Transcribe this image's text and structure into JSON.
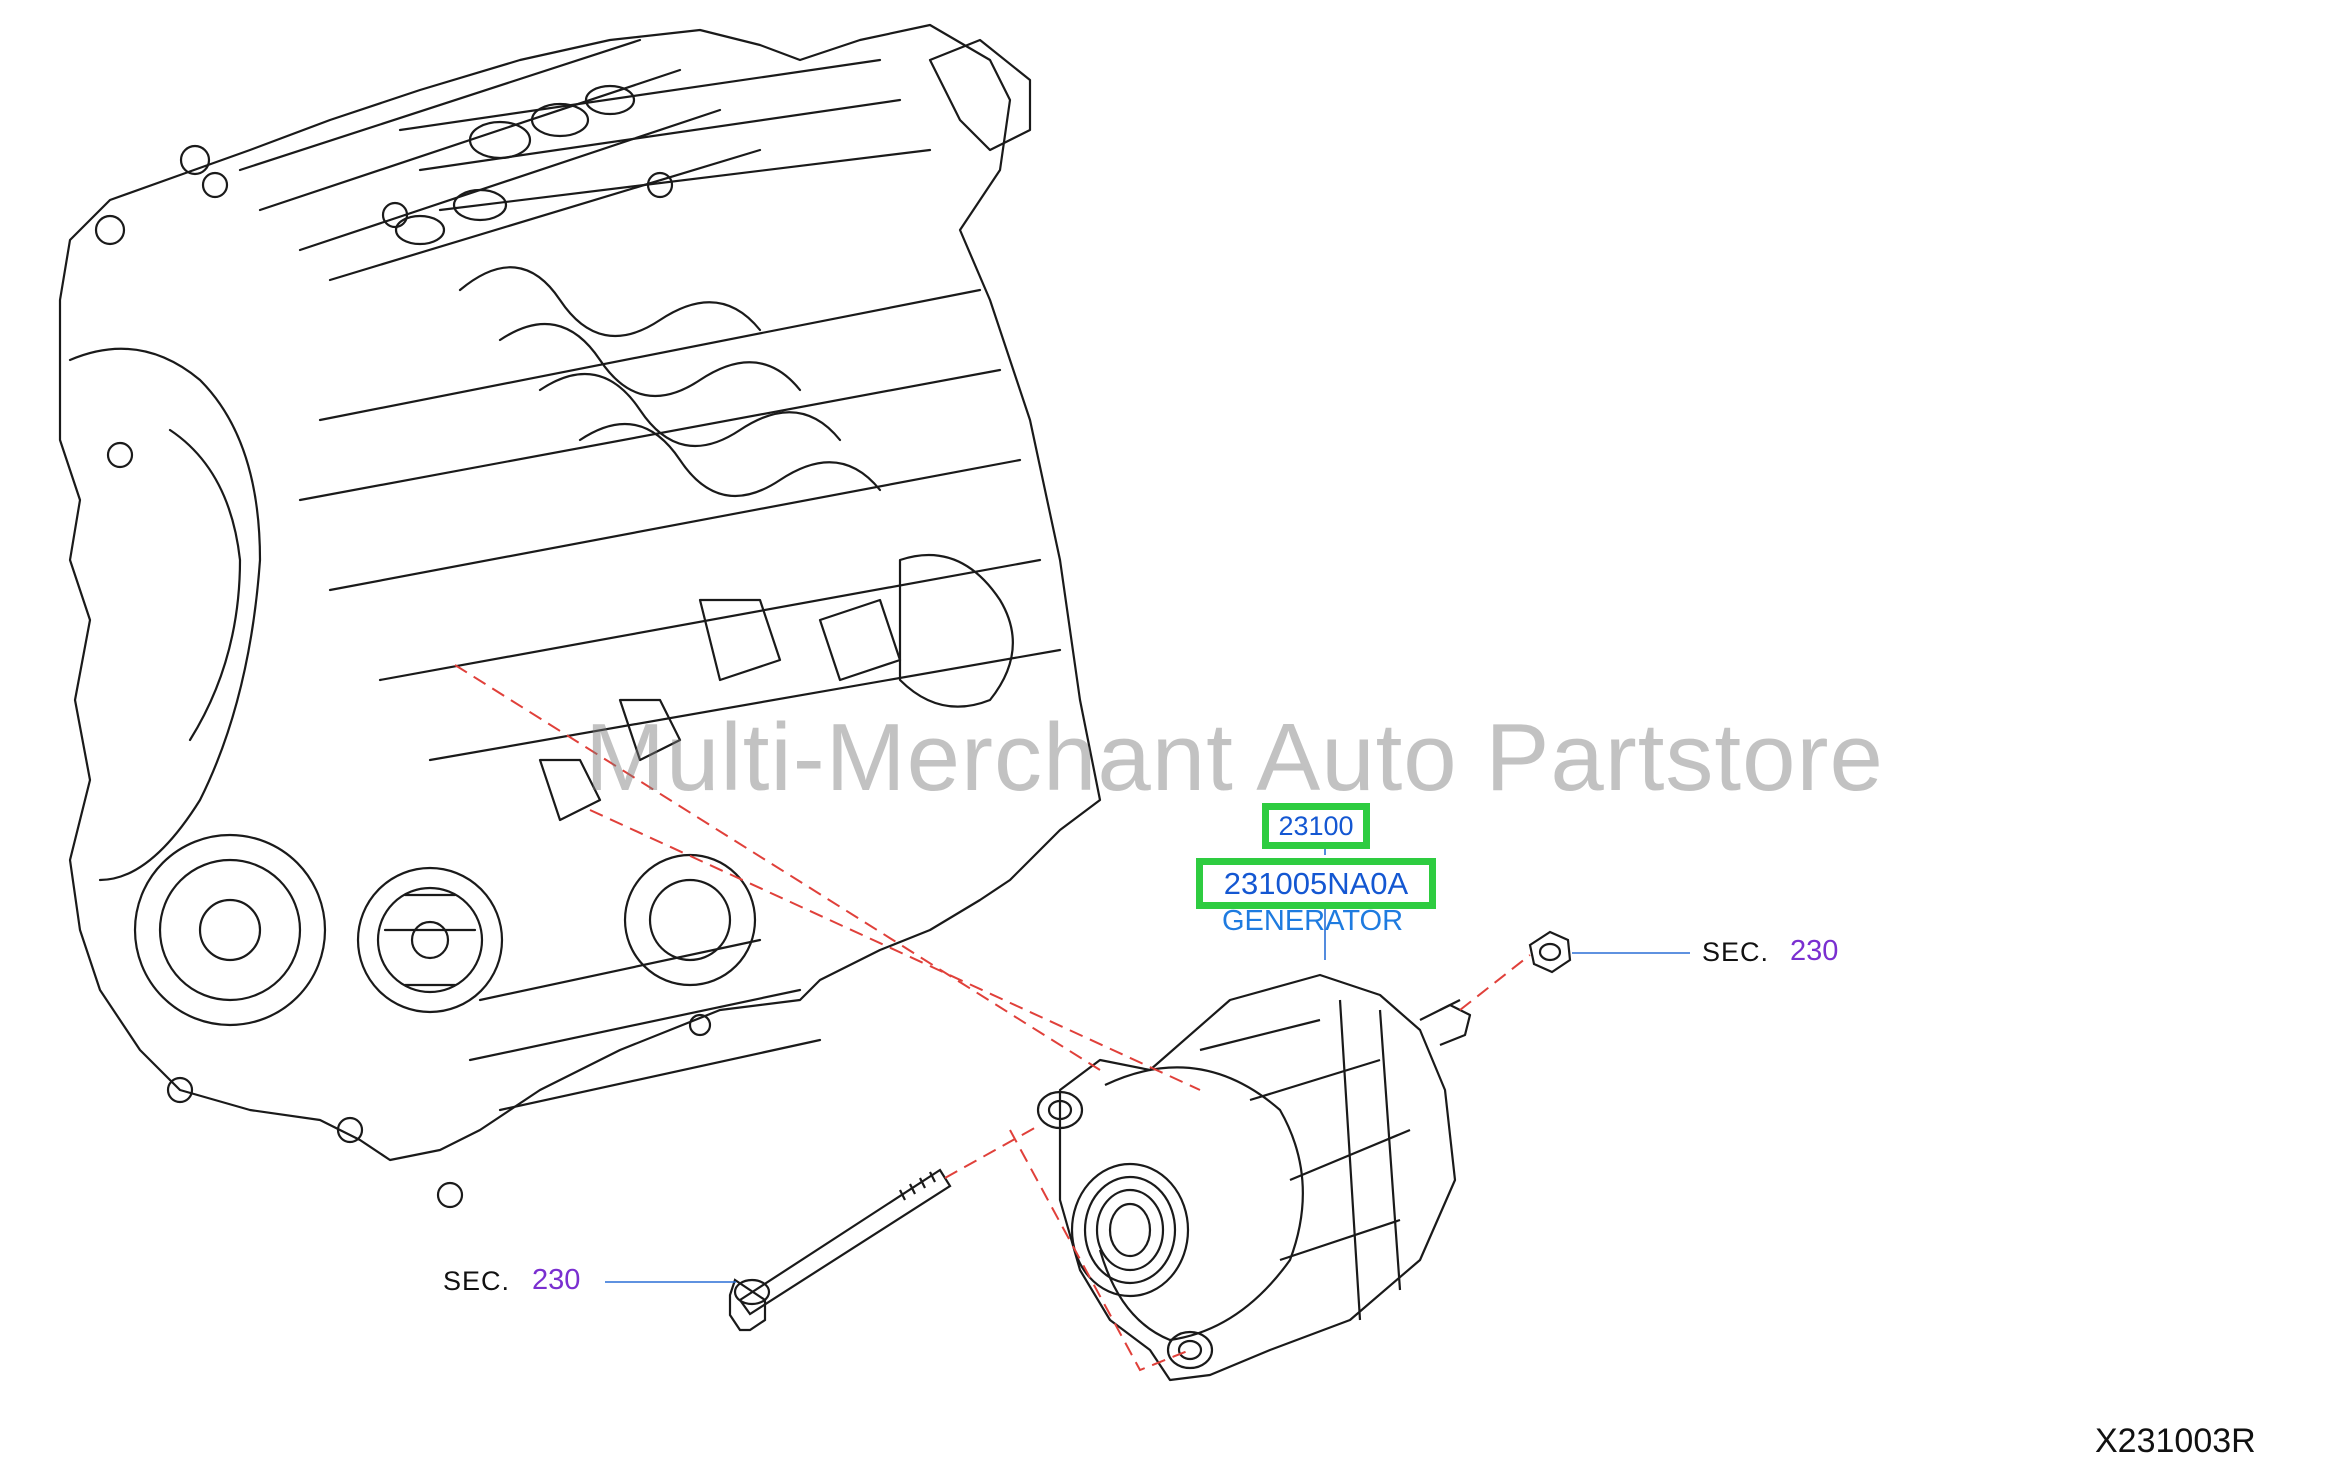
{
  "watermark": "Multi-Merchant Auto Partstore",
  "callout": {
    "group_code": "23100",
    "part_number": "231005NA0A",
    "part_name": "GENERATOR"
  },
  "references": {
    "upper": {
      "prefix": "SEC.",
      "section": "230"
    },
    "lower": {
      "prefix": "SEC.",
      "section": "230"
    }
  },
  "diagram_code": "X231003R",
  "colors": {
    "highlight_box": "#2ecc40",
    "part_text": "#1457d2",
    "section_number": "#7a2fd0",
    "guide_line": "#e0403a",
    "leader_line": "#2a6fd6"
  }
}
